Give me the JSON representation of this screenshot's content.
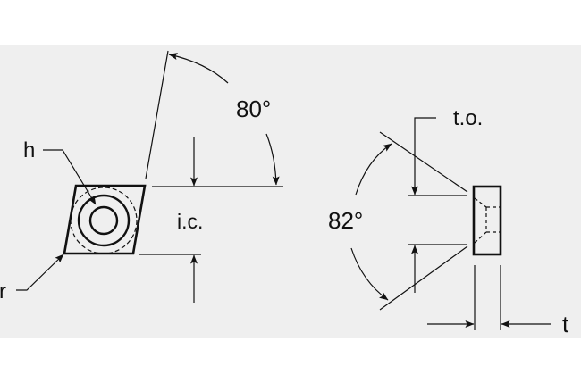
{
  "diagram": {
    "labels": {
      "clearance_angle_left": "80°",
      "inscribed_circle": "i.c.",
      "hole": "h",
      "radius": "r",
      "included_angle_right": "82°",
      "thickness_offset": "t.o.",
      "thickness": "t"
    },
    "colors": {
      "background_band": "#efefef",
      "line": "#111111"
    }
  }
}
